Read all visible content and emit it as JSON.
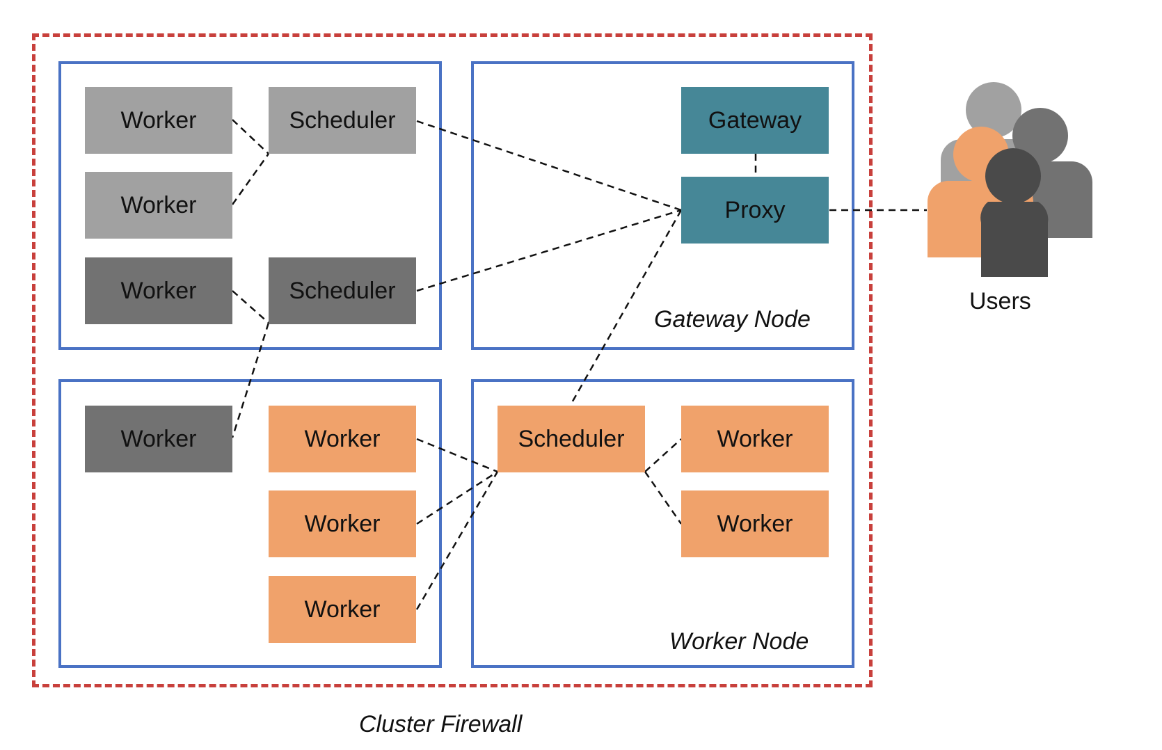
{
  "firewall": {
    "label": "Cluster Firewall",
    "color": "#c8403c"
  },
  "nodes": {
    "gateway_label": "Gateway Node",
    "worker_label": "Worker Node",
    "border_color": "#4a72c4"
  },
  "components": {
    "worker": "Worker",
    "scheduler": "Scheduler",
    "gateway": "Gateway",
    "proxy": "Proxy"
  },
  "users": {
    "label": "Users"
  },
  "colors": {
    "light_gray": "#a1a1a1",
    "dark_gray": "#727272",
    "orange": "#f0a26b",
    "teal": "#468797"
  }
}
